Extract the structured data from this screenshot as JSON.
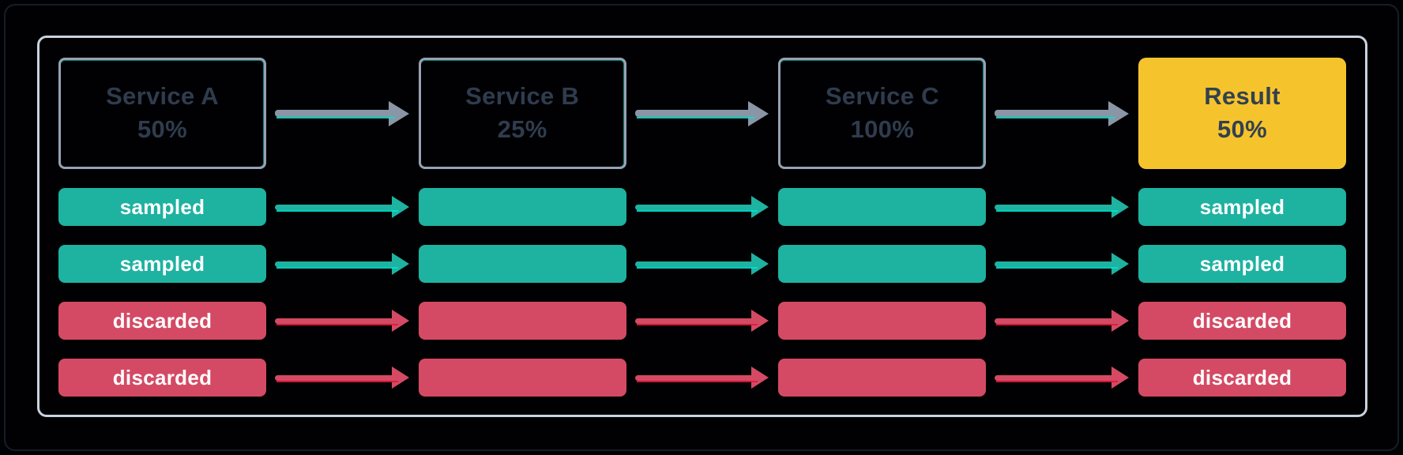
{
  "diagram": {
    "stages": [
      {
        "name": "Service A",
        "rate": "50%",
        "kind": "service"
      },
      {
        "name": "Service B",
        "rate": "25%",
        "kind": "service"
      },
      {
        "name": "Service C",
        "rate": "100%",
        "kind": "service"
      },
      {
        "name": "Result",
        "rate": "50%",
        "kind": "result"
      }
    ],
    "traces": [
      {
        "status": "sampled",
        "first_label": "sampled",
        "last_label": "sampled"
      },
      {
        "status": "sampled",
        "first_label": "sampled",
        "last_label": "sampled"
      },
      {
        "status": "discarded",
        "first_label": "discarded",
        "last_label": "discarded"
      },
      {
        "status": "discarded",
        "first_label": "discarded",
        "last_label": "discarded"
      }
    ]
  },
  "colors": {
    "background": "#010103",
    "frame_border": "#C9D3DF",
    "stage_border": "#96A2B3",
    "stage_text": "#2F3C4E",
    "result_fill": "#F5C42D",
    "result_text": "#33404E",
    "gray_arrow": "#8A96A5",
    "sampled": "#1EB2A1",
    "discarded": "#D44A64",
    "cyan_accent": "#00E3CF",
    "red_accent": "#E01A38",
    "bar_text": "#FFFFFF"
  }
}
